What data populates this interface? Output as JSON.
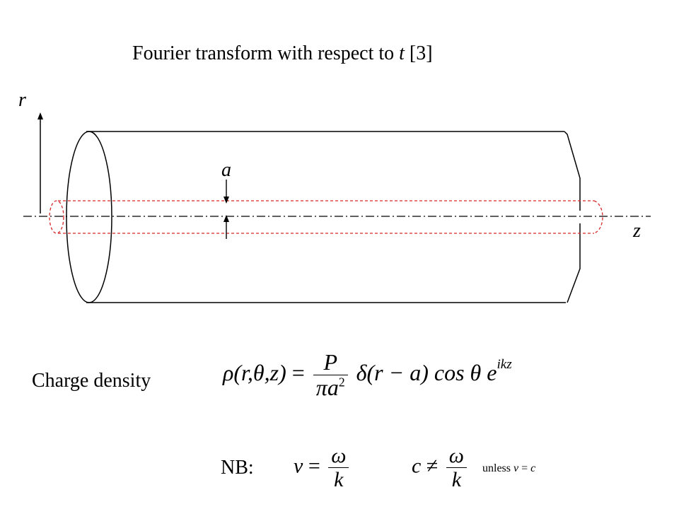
{
  "slide": {
    "title_main": "Fourier transform with respect to",
    "title_var": "t",
    "title_ref": "[3]"
  },
  "diagram": {
    "axis_r_label": "r",
    "axis_z_label": "z",
    "radius_label": "a",
    "cylinder_color": "#000000",
    "beam_color": "#d62728"
  },
  "charge": {
    "label": "Charge density",
    "lhs": "ρ(r,θ,z)",
    "equals": "=",
    "frac_num": "P",
    "frac_den_pi": "π",
    "frac_den_a": "a",
    "frac_den_exp": "2",
    "delta_part": "δ(r − a)",
    "cos_part": "cos θ",
    "exp_base": "e",
    "exp_power": "ikz"
  },
  "nb": {
    "label": "NB:",
    "v_lhs": "v",
    "v_eq": "=",
    "v_num": "ω",
    "v_den": "k",
    "c_lhs": "c",
    "c_neq": "≠",
    "c_num": "ω",
    "c_den": "k",
    "unless_text": "unless",
    "unless_v": "v",
    "unless_eq": "=",
    "unless_c": "c"
  }
}
